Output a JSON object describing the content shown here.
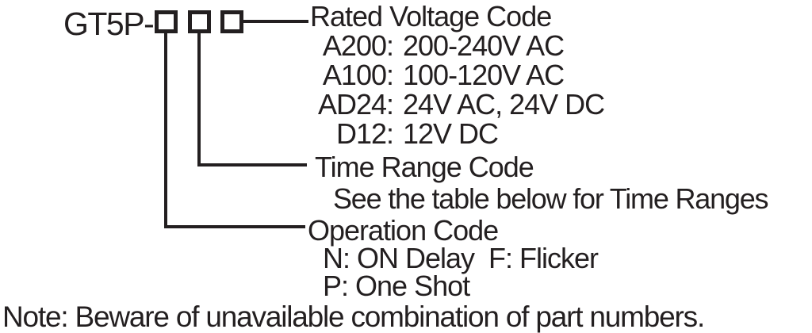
{
  "colors": {
    "ink": "#231f20",
    "background": "#ffffff"
  },
  "diagram": {
    "part_prefix": "GT5P-",
    "voltage": {
      "label": "Rated Voltage Code",
      "options": [
        {
          "code": "A200:",
          "value": "200-240V AC"
        },
        {
          "code": "A100:",
          "value": "100-120V AC"
        },
        {
          "code": "AD24:",
          "value": "24V AC, 24V DC"
        },
        {
          "code": "D12:",
          "value": "12V DC"
        }
      ]
    },
    "time_range": {
      "label": "Time Range Code",
      "description": "See the table below for Time Ranges"
    },
    "operation": {
      "label": "Operation Code",
      "options_line_1": "N: ON Delay  F: Flicker",
      "options_line_2": "P: One Shot"
    },
    "note": "Note: Beware of unavailable combination of part numbers."
  }
}
